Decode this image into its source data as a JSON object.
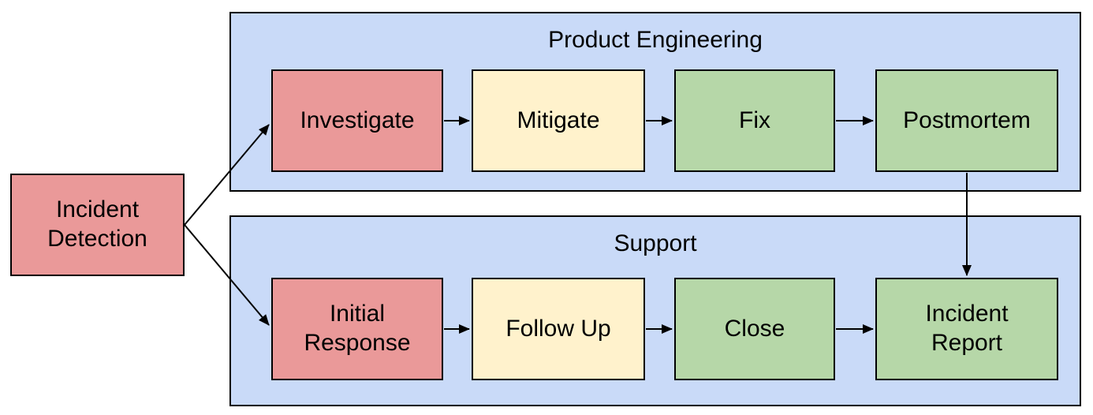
{
  "diagram": {
    "start_node": {
      "id": "incident-detection",
      "label": "Incident\nDetection",
      "fill": "#EA9999"
    },
    "lanes": [
      {
        "title": "Product Engineering",
        "fill": "#C9DAF8",
        "nodes": [
          {
            "id": "investigate",
            "label": "Investigate",
            "fill": "#EA9999"
          },
          {
            "id": "mitigate",
            "label": "Mitigate",
            "fill": "#FFF2CC"
          },
          {
            "id": "fix",
            "label": "Fix",
            "fill": "#B6D7A8"
          },
          {
            "id": "postmortem",
            "label": "Postmortem",
            "fill": "#B6D7A8"
          }
        ]
      },
      {
        "title": "Support",
        "fill": "#C9DAF8",
        "nodes": [
          {
            "id": "initial-response",
            "label": "Initial\nResponse",
            "fill": "#EA9999"
          },
          {
            "id": "follow-up",
            "label": "Follow Up",
            "fill": "#FFF2CC"
          },
          {
            "id": "close",
            "label": "Close",
            "fill": "#B6D7A8"
          },
          {
            "id": "incident-report",
            "label": "Incident\nReport",
            "fill": "#B6D7A8"
          }
        ]
      }
    ],
    "edges": [
      {
        "from": "incident-detection",
        "to": "investigate"
      },
      {
        "from": "incident-detection",
        "to": "initial-response"
      },
      {
        "from": "investigate",
        "to": "mitigate"
      },
      {
        "from": "mitigate",
        "to": "fix"
      },
      {
        "from": "fix",
        "to": "postmortem"
      },
      {
        "from": "initial-response",
        "to": "follow-up"
      },
      {
        "from": "follow-up",
        "to": "close"
      },
      {
        "from": "close",
        "to": "incident-report"
      },
      {
        "from": "postmortem",
        "to": "incident-report"
      }
    ],
    "colors": {
      "stage_red": "#EA9999",
      "stage_yellow": "#FFF2CC",
      "stage_green": "#B6D7A8",
      "lane_blue": "#C9DAF8",
      "border": "#000000",
      "arrow": "#000000",
      "text": "#000000",
      "background": "#FFFFFF"
    }
  }
}
